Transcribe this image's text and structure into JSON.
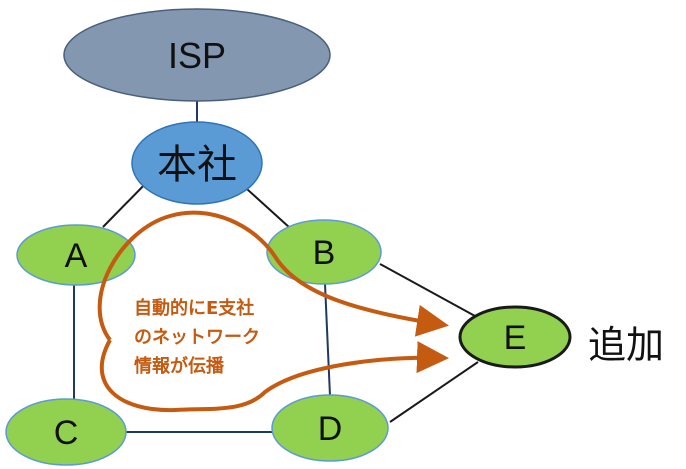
{
  "colors": {
    "isp_fill": "#8497b0",
    "isp_stroke": "#4a5f7d",
    "hq_fill": "#5b9bd5",
    "hq_stroke": "#2e75b6",
    "branch_fill": "#92d050",
    "branch_stroke": "#5b9bd5",
    "new_branch_stroke": "#1a1a1a",
    "arrow": "#c55a11",
    "line_dark": "#1a1a1a",
    "line_navy": "#1f3864"
  },
  "nodes": {
    "isp": "ISP",
    "hq": "本社",
    "a": "A",
    "b": "B",
    "c": "C",
    "d": "D",
    "e": "E"
  },
  "note": {
    "line1": "自動的にE支社",
    "line2": "のネットワーク",
    "line3": "情報が伝播"
  },
  "added_label": "追加"
}
